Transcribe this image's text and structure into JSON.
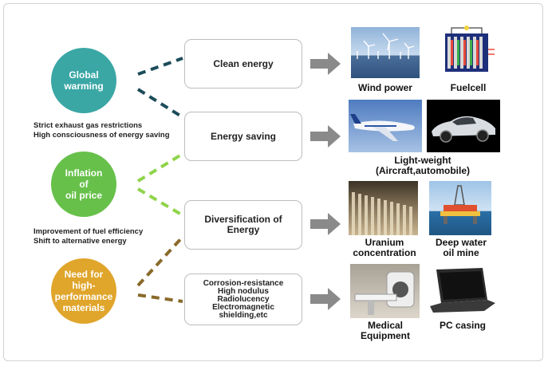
{
  "causes": [
    {
      "label": "Global\nwarming",
      "color": "#3aa7a5"
    },
    {
      "label": "Inflation\nof\noil price",
      "color": "#67c04a"
    },
    {
      "label": "Need for\nhigh-\nperformance\nmaterials",
      "color": "#e0a52b"
    }
  ],
  "notes": [
    [
      "Strict exhaust gas restrictions",
      "High consciousness of energy saving"
    ],
    [
      "Improvement of fuel efficiency",
      "Shift to alternative energy"
    ]
  ],
  "effects": [
    {
      "label": "Clean energy"
    },
    {
      "label": "Energy saving"
    },
    {
      "label": "Diversification of\nEnergy"
    },
    {
      "label": "Corrosion-resistance\nHigh nodulus\nRadiolucency\nElectromagnetic\nshielding,etc"
    }
  ],
  "examples": {
    "wind_power": "Wind power",
    "fuelcell": "Fuelcell",
    "light_weight": "Light-weight\n(Aircraft,automobile)",
    "uranium": "Uranium\nconcentration",
    "deep_water": "Deep water\noil mine",
    "medical": "Medical\nEquipment",
    "pc_casing": "PC casing"
  },
  "colors": {
    "link_teal": "#1c4c5a",
    "link_lime": "#8fd44a",
    "link_brown": "#8a6a2a",
    "arrow_gray": "#8a8a8a"
  }
}
